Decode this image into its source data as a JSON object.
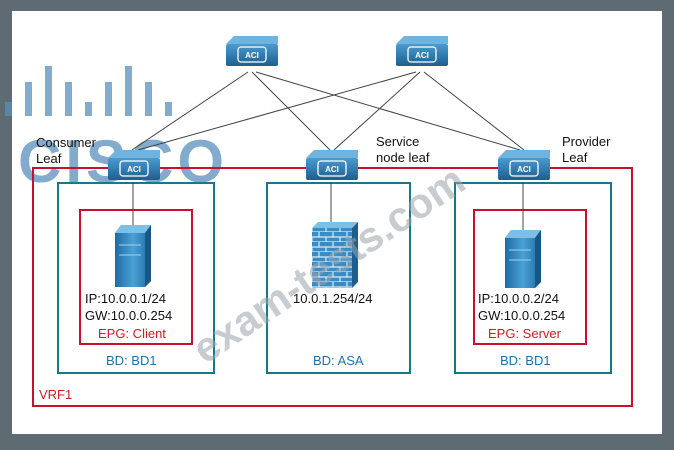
{
  "colors": {
    "frame": "#5f6b72",
    "background": "#ffffff",
    "device_blue": "#2f7fb5",
    "device_dark": "#1d5f8f",
    "vrf_red": "#c8102e",
    "bd_teal": "#17788b",
    "label_red": "#d01c24",
    "label_blue": "#1b73a8",
    "text": "#111111",
    "watermark": "#9aa4ab",
    "logo": "#5a8fbd"
  },
  "watermark": {
    "logo_text": "CISCO",
    "site_text": "exam-tests.com"
  },
  "icons": {
    "switch_badge": "ACI",
    "firewall": "firewall-icon",
    "server": "server-icon"
  },
  "nodes": {
    "spine1": {
      "label": ""
    },
    "spine2": {
      "label": ""
    },
    "consumer_leaf": {
      "label_line1": "Consumer",
      "label_line2": "Leaf"
    },
    "service_leaf": {
      "label_line1": "Service",
      "label_line2": "node leaf"
    },
    "provider_leaf": {
      "label_line1": "Provider",
      "label_line2": "Leaf"
    }
  },
  "client": {
    "ip": "IP:10.0.0.1/24",
    "gw": "GW:10.0.0.254",
    "epg": "EPG: Client",
    "bd": "BD: BD1"
  },
  "service": {
    "ip": "10.0.1.254/24",
    "bd": "BD: ASA"
  },
  "server": {
    "ip": "IP:10.0.0.2/24",
    "gw": "GW:10.0.0.254",
    "epg": "EPG: Server",
    "bd": "BD: BD1"
  },
  "vrf": {
    "label": "VRF1"
  }
}
